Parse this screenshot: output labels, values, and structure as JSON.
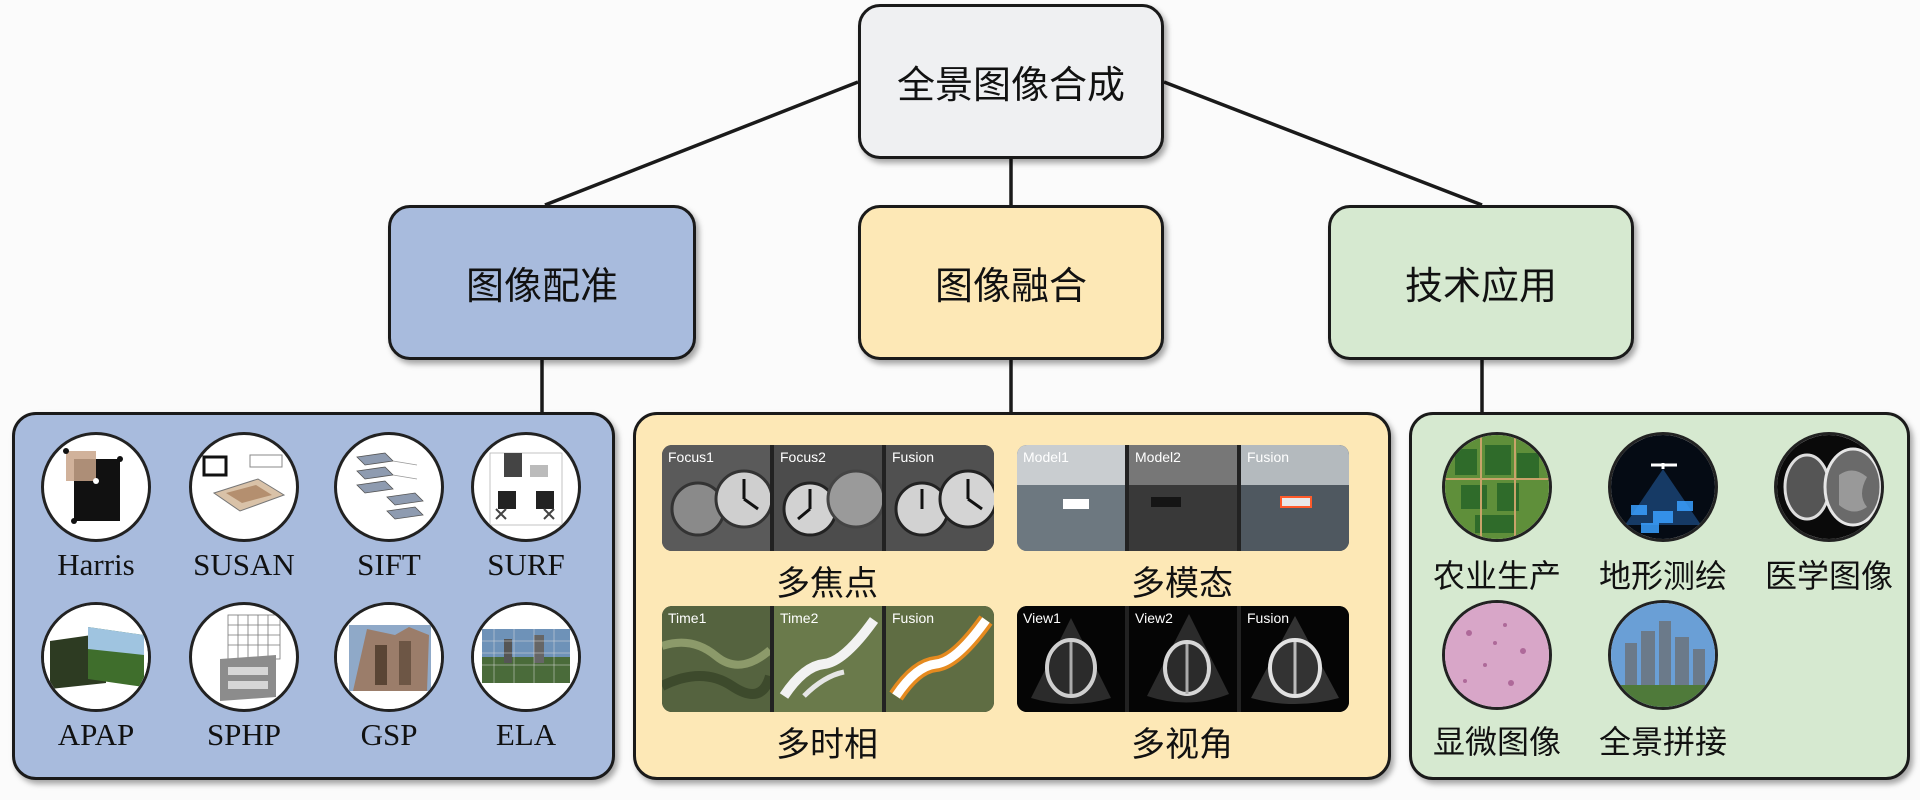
{
  "root": {
    "label": "全景图像合成"
  },
  "branches": {
    "registration": {
      "label": "图像配准"
    },
    "fusion": {
      "label": "图像融合"
    },
    "application": {
      "label": "技术应用"
    }
  },
  "registration_methods": [
    "Harris",
    "SUSAN",
    "SIFT",
    "SURF",
    "APAP",
    "SPHP",
    "GSP",
    "ELA"
  ],
  "fusion_categories": [
    {
      "label": "多焦点",
      "frames": [
        "Focus1",
        "Focus2",
        "Fusion"
      ]
    },
    {
      "label": "多模态",
      "frames": [
        "Model1",
        "Model2",
        "Fusion"
      ]
    },
    {
      "label": "多时相",
      "frames": [
        "Time1",
        "Time2",
        "Fusion"
      ]
    },
    {
      "label": "多视角",
      "frames": [
        "View1",
        "View2",
        "Fusion"
      ]
    }
  ],
  "applications": [
    "农业生产",
    "地形测绘",
    "医学图像",
    "显微图像",
    "全景拼接"
  ]
}
